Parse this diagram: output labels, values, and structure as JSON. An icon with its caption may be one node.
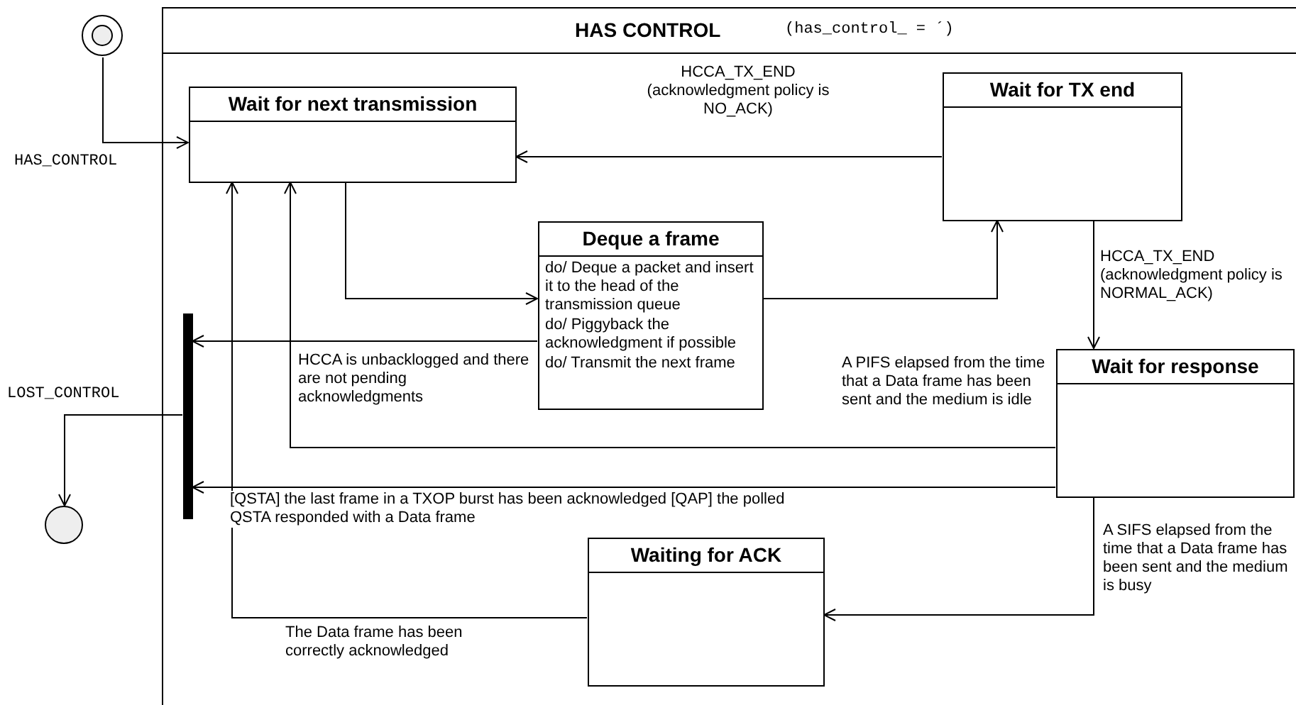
{
  "diagram": {
    "nodes": [
      {
        "text": [
          "HAS CONTROL",
          "(has_control_ = ´)"
        ]
      },
      {
        "text": [],
        "shape": "circle"
      },
      {
        "text": [
          "Wait for next transmission"
        ],
        "in": 0
      },
      {
        "text": [
          "Wait for TX end"
        ],
        "in": 0
      },
      {
        "text": [
          "Deque a frame",
          "do/ Deque a packet and insert it to the head of the transmission queue",
          "do/ Piggyback the acknowledgment if possible",
          "do/ Transmit the next frame"
        ],
        "in": 0
      },
      {
        "text": [
          "Wait for response"
        ],
        "in": 0
      },
      {
        "text": [
          "Waiting for ACK"
        ],
        "in": 0
      },
      {
        "text": [],
        "shape": "bar",
        "in": 0
      },
      {
        "text": [],
        "shape": "circle"
      }
    ],
    "edges": [
      {
        "from": 1,
        "to": 2,
        "arrow": "to",
        "label": "HAS_CONTROL"
      },
      {
        "from": 2,
        "to": 4,
        "arrow": "to"
      },
      {
        "from": 4,
        "to": 3,
        "arrow": "to"
      },
      {
        "from": 3,
        "to": 2,
        "arrow": "to",
        "label": "HCCA_TX_END (acknowledgment policy is NO_ACK)"
      },
      {
        "from": 3,
        "to": 5,
        "arrow": "to",
        "label": "HCCA_TX_END (acknowledgment policy is NORMAL_ACK)"
      },
      {
        "from": 4,
        "to": 7,
        "arrow": "to",
        "label": "HCCA is unbacklogged and there are not pending acknowledgments"
      },
      {
        "from": 5,
        "to": 2,
        "arrow": "to",
        "label": "A PIFS elapsed from the time that a Data frame has been sent and the medium is idle"
      },
      {
        "from": 5,
        "to": 7,
        "arrow": "to",
        "label": "[QSTA] the last frame in a TXOP burst has been acknowledged [QAP] the polled QSTA responded with a Data frame"
      },
      {
        "from": 5,
        "to": 6,
        "arrow": "to",
        "label": "A SIFS elapsed from the time that a Data frame has been sent and the medium is busy"
      },
      {
        "from": 6,
        "to": 2,
        "arrow": "to",
        "label": "The Data frame has been correctly acknowledged"
      },
      {
        "from": 7,
        "to": 8,
        "arrow": "to",
        "label": "LOST_CONTROL"
      }
    ]
  }
}
